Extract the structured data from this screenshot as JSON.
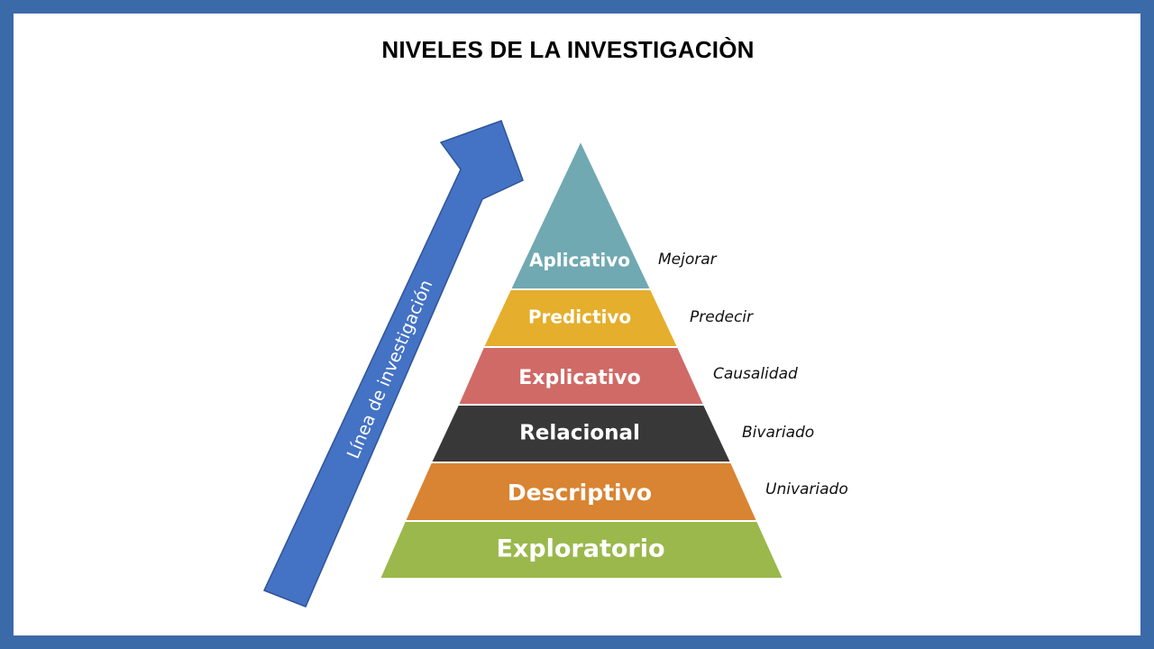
{
  "title": "NIVELES DE LA INVESTIGACIÒN",
  "arrow": {
    "label": "Línea de investigación",
    "color": "#4472c4"
  },
  "levels": [
    {
      "label": "Aplicativo",
      "description": "Mejorar",
      "color": "#70a9b2"
    },
    {
      "label": "Predictivo",
      "description": "Predecir",
      "color": "#e5ae2c"
    },
    {
      "label": "Explicativo",
      "description": "Causalidad",
      "color": "#d06a66"
    },
    {
      "label": "Relacional",
      "description": "Bivariado",
      "color": "#383838"
    },
    {
      "label": "Descriptivo",
      "description": "Univariado",
      "color": "#d88432"
    },
    {
      "label": "Exploratorio",
      "description": "",
      "color": "#9bb84c"
    }
  ]
}
